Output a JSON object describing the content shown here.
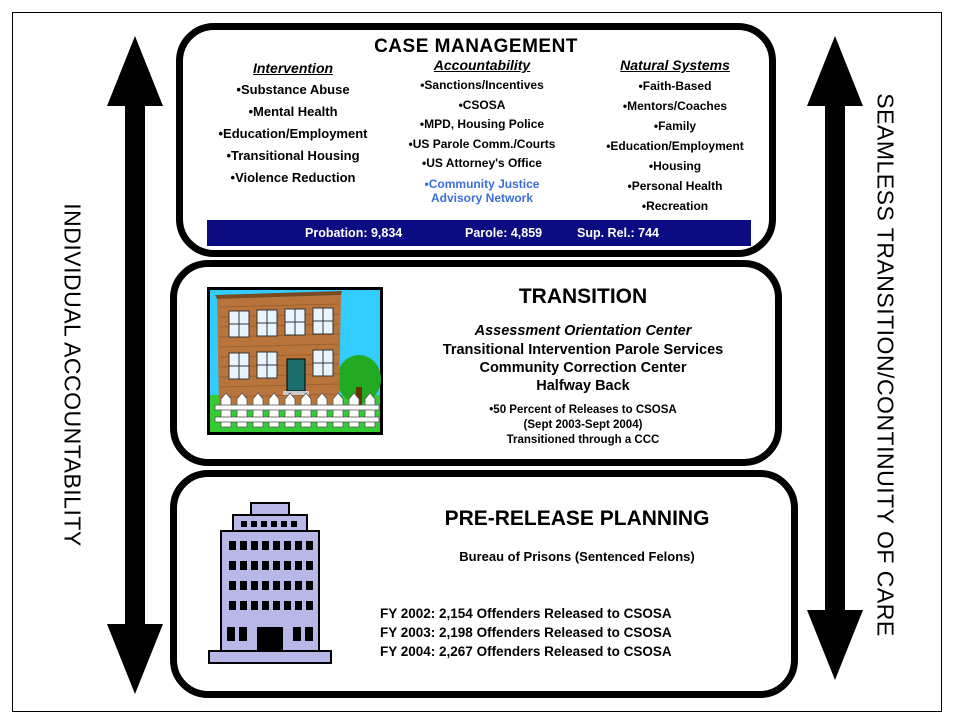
{
  "case_management": {
    "title": "CASE MANAGEMENT",
    "columns": [
      {
        "heading": "Intervention",
        "items": [
          "•Substance Abuse",
          "•Mental Health",
          "•Education/Employment",
          "•Transitional Housing",
          "•Violence Reduction"
        ]
      },
      {
        "heading": "Accountability",
        "items": [
          "•Sanctions/Incentives",
          "•CSOSA",
          "•MPD, Housing Police",
          "•US Parole Comm./Courts",
          "•US Attorney's Office"
        ],
        "highlight_line1": "•Community Justice",
        "highlight_line2": "Advisory Network"
      },
      {
        "heading": "Natural Systems",
        "items": [
          "•Faith-Based",
          "•Mentors/Coaches",
          "•Family",
          "•Education/Employment",
          "•Housing",
          "•Personal Health",
          "•Recreation"
        ]
      }
    ],
    "stats": {
      "probation": "Probation: 9,834",
      "parole": "Parole: 4,859",
      "sup_rel": "Sup. Rel.: 744"
    }
  },
  "transition": {
    "title": "TRANSITION",
    "subtitle": "Assessment Orientation Center",
    "lines": [
      "Transitional Intervention Parole Services",
      "Community Correction Center",
      "Halfway Back"
    ],
    "note": [
      "•50 Percent of Releases to CSOSA",
      "(Sept 2003-Sept 2004)",
      "Transitioned through a CCC"
    ]
  },
  "pre_release": {
    "title": "PRE-RELEASE PLANNING",
    "subtitle": "Bureau of Prisons (Sentenced Felons)",
    "releases": [
      "FY 2002:  2,154 Offenders Released to CSOSA",
      "FY 2003:  2,198 Offenders Released to CSOSA",
      "FY 2004:  2,267 Offenders Released to CSOSA"
    ]
  },
  "side_labels": {
    "left": "INDIVIDUAL ACCOUNTABILITY",
    "right": "SEAMLESS TRANSITION/CONTINUITY OF CARE"
  },
  "icons": {
    "left_arrow": "double-headed-vertical-arrow-icon",
    "right_arrow": "double-headed-vertical-arrow-icon",
    "school": "schoolhouse-clipart-icon",
    "building": "office-building-icon"
  },
  "colors": {
    "band": "#0b0b82",
    "accent_text": "#3b6fd8",
    "building": "#b8b8e8"
  }
}
